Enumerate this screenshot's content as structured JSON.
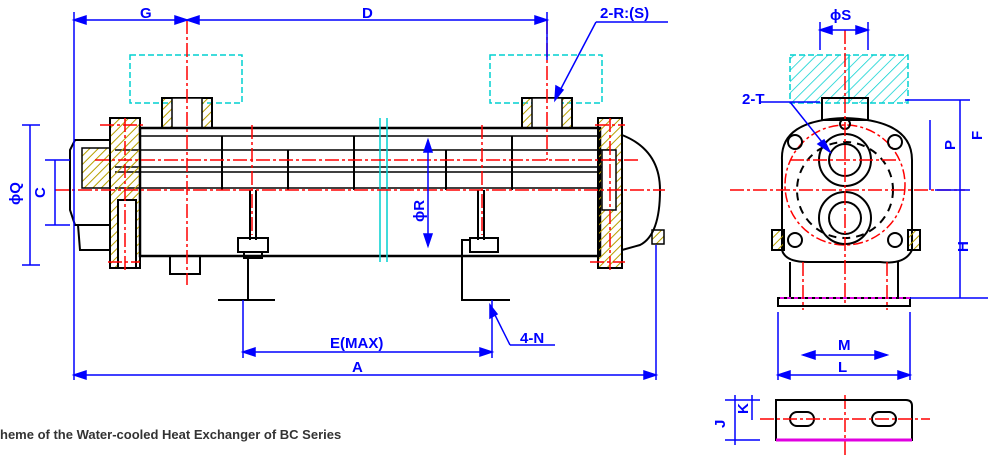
{
  "caption": "heme of the Water-cooled Heat Exchanger of BC Series",
  "labels": {
    "G": "G",
    "D": "D",
    "R_S": "2-R:(S)",
    "phiS": "ϕS",
    "two_T": "2-T",
    "F": "F",
    "P": "P",
    "H": "H",
    "phiQ": "ϕQ",
    "C": "C",
    "phiR": "ϕR",
    "E_max": "E(MAX)",
    "four_N": "4-N",
    "A": "A",
    "M": "M",
    "L": "L",
    "J": "J",
    "K": "K"
  },
  "colors": {
    "body": "#000000",
    "centerline": "#ff0000",
    "dimension": "#0000ff",
    "flange_hatch": "#b8a000",
    "sensor_box": "#00d0d0",
    "base_mark": "#e000e0"
  }
}
